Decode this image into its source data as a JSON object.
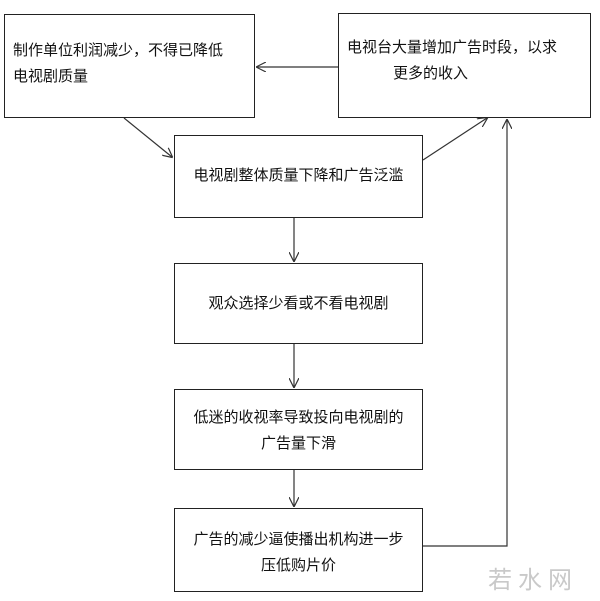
{
  "boxes": {
    "b1": {
      "line1": "制作单位利润减少，不得已降低",
      "line2": "电视剧质量"
    },
    "b2": {
      "line1": "电视台大量增加广告时段，以求",
      "line2": "更多的收入"
    },
    "b3": {
      "line1": "电视剧整体质量下降和广告泛滥"
    },
    "b4": {
      "line1": "观众选择少看或不看电视剧"
    },
    "b5": {
      "line1": "低迷的收视率导致投向电视剧的",
      "line2": "广告量下滑"
    },
    "b6": {
      "line1": "广告的减少逼使播出机构进一步",
      "line2": "压低购片价"
    }
  },
  "watermark": "若水网"
}
